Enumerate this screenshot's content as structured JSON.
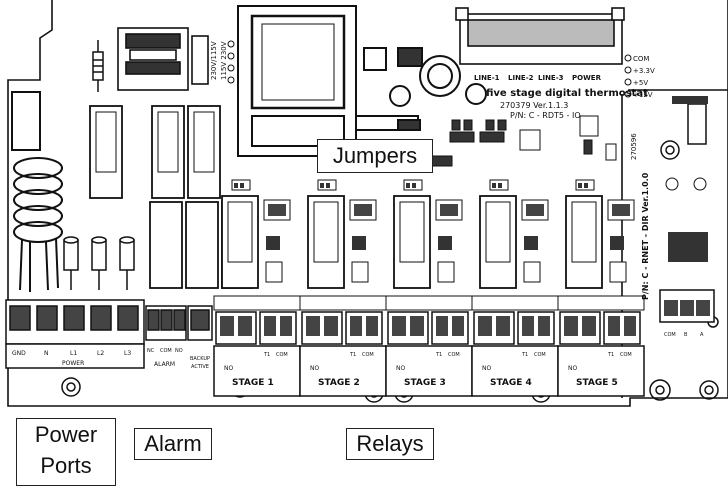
{
  "callouts": {
    "jumpers": "Jumpers",
    "power_line1": "Power",
    "power_line2": "Ports",
    "alarm": "Alarm",
    "relays": "Relays"
  },
  "board": {
    "title_line1": "five stage digital thermostat",
    "title_line2": "270379   Ver.1.1.3",
    "title_line3": "P/N: C - RDT5 - IO",
    "jumper_labels": [
      "LINE-1",
      "LINE-2",
      "LINE-3",
      "POWER"
    ],
    "power_pins": [
      "GND",
      "N",
      "L1",
      "L2",
      "L3"
    ],
    "power_label": "POWER",
    "alarm_pins": [
      "NC",
      "COM",
      "NO"
    ],
    "alarm_label": "ALARM",
    "backup_label": "BACKUP",
    "backup_sub": "ACTIVE",
    "stages": [
      "STAGE 1",
      "STAGE 2",
      "STAGE 3",
      "STAGE 4",
      "STAGE 5"
    ],
    "relay_no": "NO",
    "relay_t1": "T1",
    "relay_com": "COM",
    "transformer_rating": "230V/115V",
    "transformer_rating2": "115V 230V",
    "rail": [
      "COM",
      "+3.3V",
      "+5V",
      "+12V"
    ],
    "side_id": "270596",
    "side_pn": "P/N: C - RNET - DIR  Ver.1.0.0",
    "side_pins": [
      "COM",
      "B",
      "A"
    ]
  }
}
